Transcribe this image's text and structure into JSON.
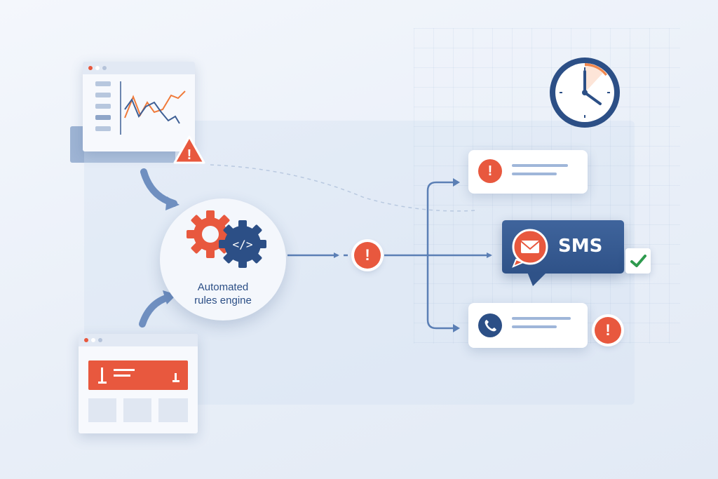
{
  "engine": {
    "label_line1": "Automated",
    "label_line2": "rules engine",
    "code_glyph": "</>"
  },
  "channels": {
    "sms_label": "SMS"
  },
  "alert_glyph": "!",
  "icons": {
    "clock": "clock-icon",
    "warning": "warning-triangle-icon",
    "alert": "alert-circle-icon",
    "gears": "gear-icon",
    "mail": "mail-bubble-icon",
    "phone": "phone-icon",
    "check": "checkmark-icon"
  },
  "colors": {
    "alert_red": "#e8583e",
    "brand_blue": "#2f5288",
    "flow_blue": "#5b7fb5",
    "check_green": "#2e9a4e",
    "accent_orange": "#f07a3a"
  }
}
